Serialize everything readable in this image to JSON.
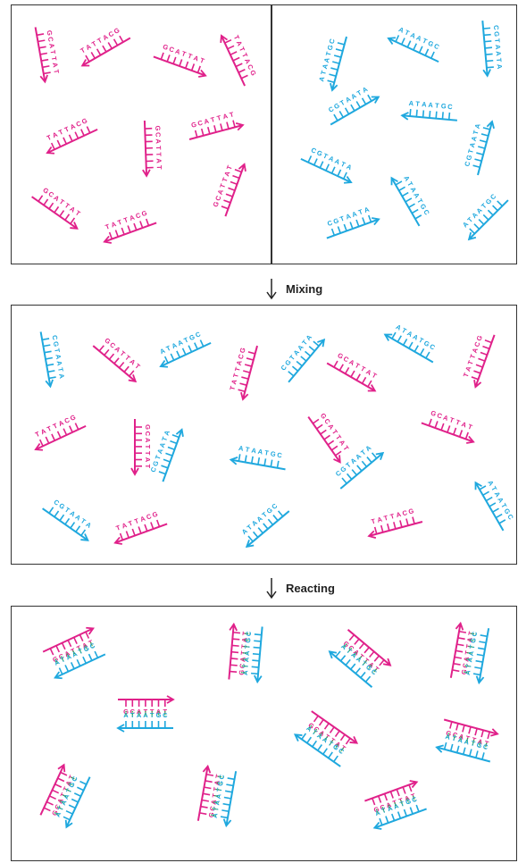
{
  "colors": {
    "magenta": "#e0218a",
    "cyan": "#1fa8de",
    "bond": "#3aa84a",
    "border": "#333333"
  },
  "steps": [
    {
      "label": "Mixing",
      "arrow_icon": "down-arrow-icon"
    },
    {
      "label": "Reacting",
      "arrow_icon": "down-arrow-icon"
    }
  ],
  "strands": {
    "magenta_bases": "GCATTAT",
    "cyan_bases": "CGTAATA"
  },
  "panels": [
    {
      "name": "separate-solutions",
      "description_hidden": true
    }
  ]
}
